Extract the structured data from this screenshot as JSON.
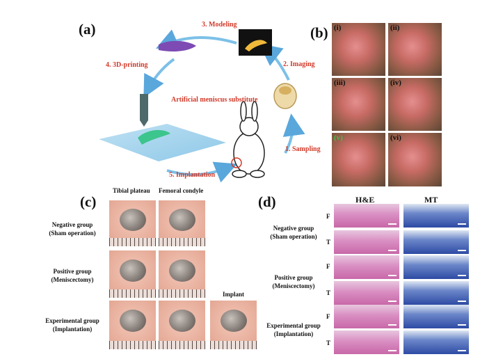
{
  "panel_a": {
    "label": "(a)",
    "center": "Artificial meniscus substitute",
    "steps": {
      "modeling": "3. Modeling",
      "imaging": "2. Imaging",
      "printing": "4. 3D-printing",
      "sampling": "1. Sampling",
      "implantation": "5. Implantation"
    }
  },
  "panel_b": {
    "label": "(b)",
    "photos": [
      "(i)",
      "(ii)",
      "(iii)",
      "(iv)",
      "(v)",
      "(vi)"
    ]
  },
  "panel_c": {
    "label": "(c)",
    "columns": [
      "Tibial plateau",
      "Femoral condyle",
      "Implant"
    ],
    "rows": [
      {
        "line1": "Negative group",
        "line2": "(Sham operation)"
      },
      {
        "line1": "Positive group",
        "line2": "(Meniscectomy)"
      },
      {
        "line1": "Experimental group",
        "line2": "(Implantation)"
      }
    ]
  },
  "panel_d": {
    "label": "(d)",
    "columns": [
      "H&E",
      "MT"
    ],
    "rows": [
      {
        "line1": "Negative group",
        "line2": "(Sham operation)"
      },
      {
        "line1": "Positive group",
        "line2": "(Meniscectomy)"
      },
      {
        "line1": "Experimental group",
        "line2": "(Implantation)"
      }
    ],
    "f_label": "F",
    "t_label": "T"
  }
}
